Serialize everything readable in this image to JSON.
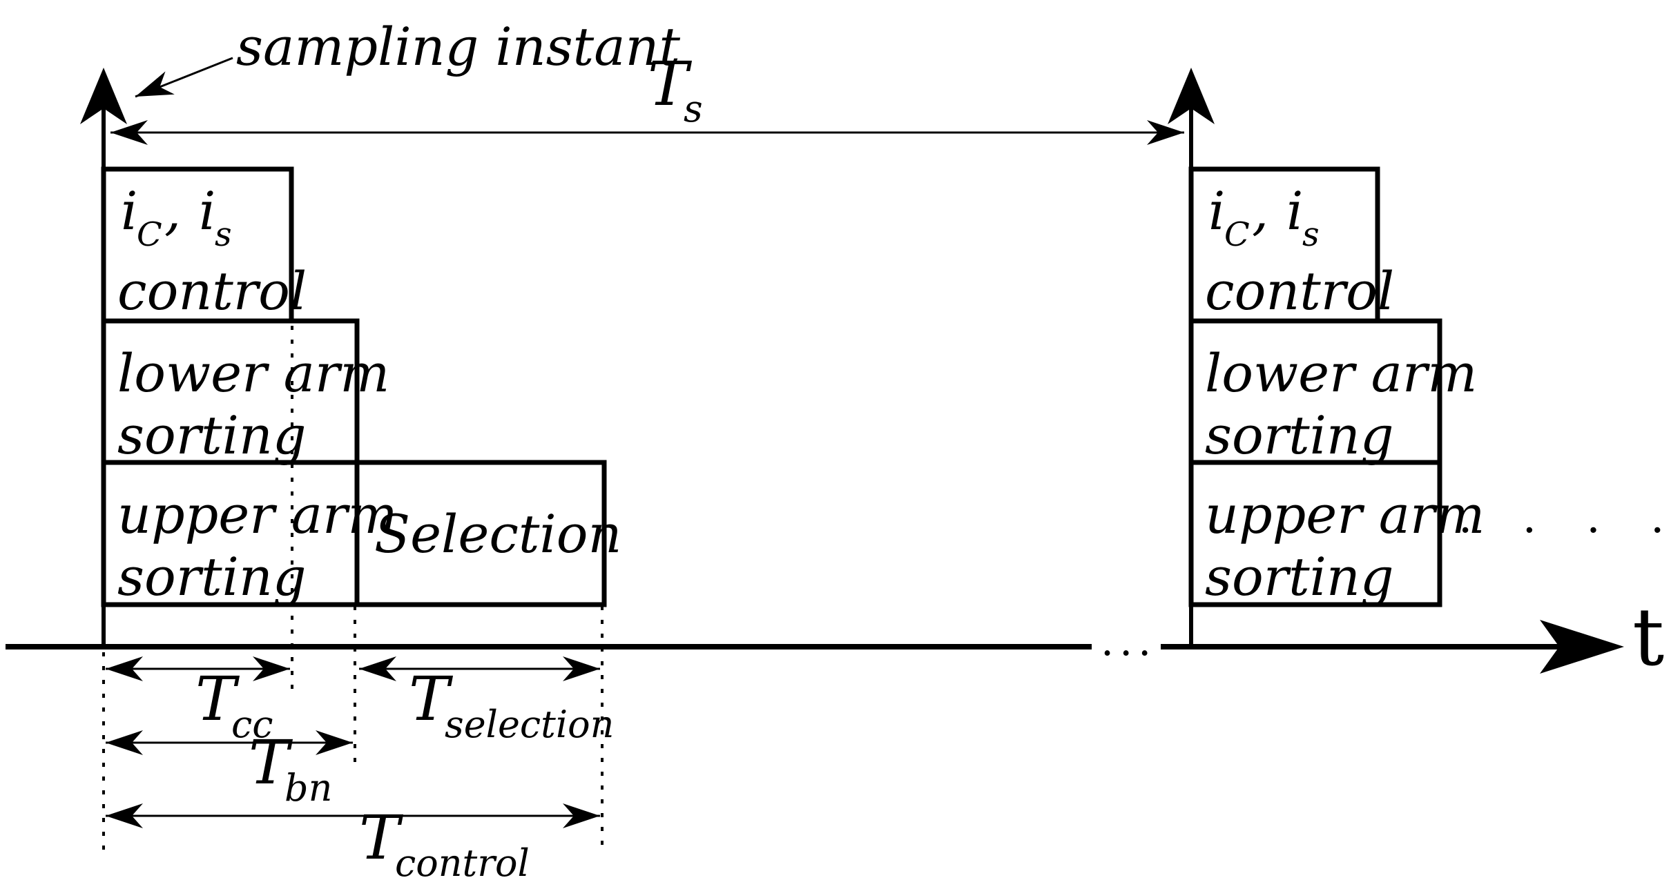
{
  "colors": {
    "ink": "#000000",
    "paper": "#ffffff"
  },
  "annotation": {
    "sampling_instant": "sampling instant"
  },
  "time_axis": {
    "label": "t",
    "break_ellipsis": "...",
    "continuation_dots": "· · · ·"
  },
  "periods": {
    "sampling": {
      "symbol": "T",
      "subscript": "s"
    },
    "current_control": {
      "symbol": "T",
      "subscript": "cc"
    },
    "balancing": {
      "symbol": "T",
      "subscript": "bn"
    },
    "control_total": {
      "symbol": "T",
      "subscript": "control"
    },
    "selection": {
      "symbol": "T",
      "subscript": "selection"
    }
  },
  "tasks": {
    "current_control": {
      "i1": "i",
      "i1_sub": "C",
      "comma": ",",
      "i2": "i",
      "i2_sub": "s",
      "line2": "control"
    },
    "lower_arm": {
      "line1": "lower arm",
      "line2": "sorting"
    },
    "upper_arm": {
      "line1": "upper arm",
      "line2": "sorting"
    },
    "selection": {
      "label": "Selection"
    }
  }
}
